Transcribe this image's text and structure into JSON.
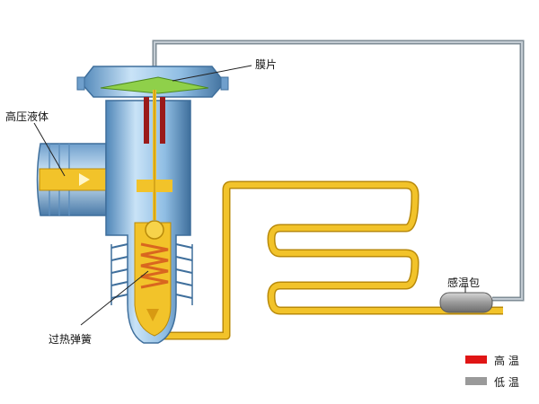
{
  "labels": {
    "high_pressure_liquid": "高压液体",
    "diaphragm": "膜片",
    "superheat_spring": "过热弹簧",
    "sensing_bulb": "感温包"
  },
  "legend": {
    "items": [
      {
        "label": "高 温",
        "color": "#e01515"
      },
      {
        "label": "低 温",
        "color": "#9a9a9a"
      }
    ]
  },
  "colors": {
    "refrigerant": "#f2c32a",
    "refrigerant_edge": "#b98a0a",
    "valve_body": "#9fc7ea",
    "valve_edge": "#3f6f9c",
    "capillary": "#9aa8b4",
    "diaphragm": "#8fd04a"
  }
}
